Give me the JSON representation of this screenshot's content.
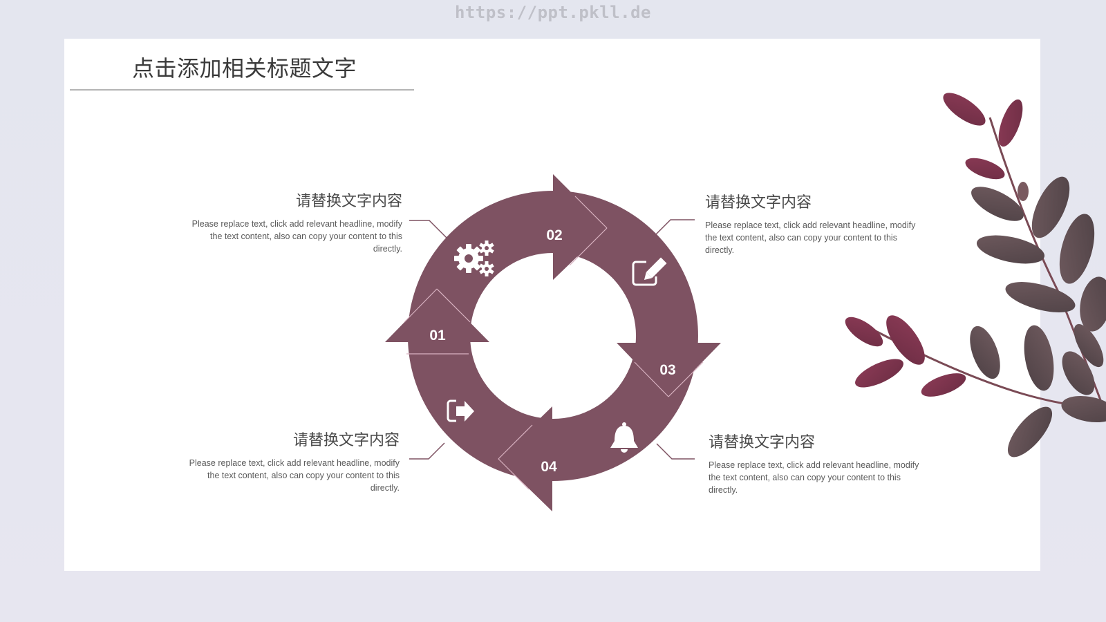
{
  "watermark": "https://ppt.pkll.de",
  "slide": {
    "title": "点击添加相关标题文字"
  },
  "colors": {
    "accent": "#7e5262",
    "accent_outline": "#d9b3c2",
    "title_rule": "#b4b4b4",
    "background": "#e5e6ef"
  },
  "cycle": {
    "steps": [
      {
        "number": "01",
        "icon": "sign-out-icon"
      },
      {
        "number": "02",
        "icon": "gears-icon"
      },
      {
        "number": "03",
        "icon": "edit-icon"
      },
      {
        "number": "04",
        "icon": "bell-icon"
      }
    ]
  },
  "callouts": {
    "top_left": {
      "heading": "请替换文字内容",
      "body": "Please replace text, click add relevant headline, modify the text content, also can copy your content to this directly."
    },
    "top_right": {
      "heading": "请替换文字内容",
      "body": "Please replace text, click add relevant headline, modify the text content, also can copy your content to this directly."
    },
    "bottom_left": {
      "heading": "请替换文字内容",
      "body": "Please replace text, click add relevant headline, modify the text content, also can copy your content to this directly."
    },
    "bottom_right": {
      "heading": "请替换文字内容",
      "body": "Please replace text, click add relevant headline, modify the text content, also can copy your content to this directly."
    }
  }
}
